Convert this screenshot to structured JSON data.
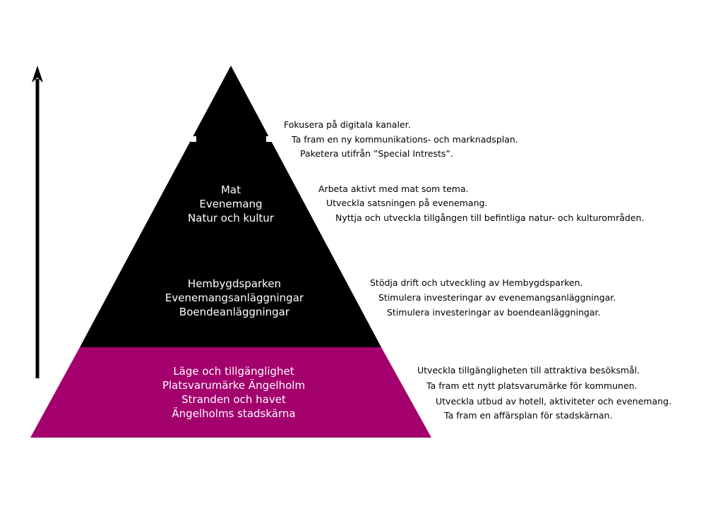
{
  "colors": {
    "dark_tier": "#000000",
    "base_tier": "#a3006e",
    "label_text": "#ffffff",
    "action_text": "#000000"
  },
  "arrow": {
    "direction": "up",
    "icon": "arrow-up-icon"
  },
  "tiers": [
    {
      "id": "top",
      "lines": [],
      "actions": [
        "Fokusera på digitala kanaler.",
        "Ta fram en ny kommunikations- och marknadsplan.",
        "Paketera utifrån ”Special Intrests”."
      ]
    },
    {
      "id": "mat",
      "lines": [
        "Mat",
        "Evenemang",
        "Natur och kultur"
      ],
      "actions": [
        "Arbeta aktivt med mat som tema.",
        "Utveckla satsningen på evenemang.",
        "Nyttja och utveckla tillgången till befintliga natur- och kulturområden."
      ]
    },
    {
      "id": "hembygd",
      "lines": [
        "Hembygdsparken",
        "Evenemangsanläggningar",
        "Boendeanläggningar"
      ],
      "actions": [
        "Stödja drift och utveckling av Hembygdsparken.",
        "Stimulera investeringar av evenemangsanläggningar.",
        "Stimulera investeringar av boendeanläggningar."
      ]
    },
    {
      "id": "base",
      "lines": [
        "Läge och tillgänglighet",
        "Platsvarumärke Ängelholm",
        "Stranden och havet",
        "Ängelholms stadskärna"
      ],
      "actions": [
        "Utveckla tillgängligheten till attraktiva besöksmål.",
        "Ta fram ett nytt platsvarumärke för kommunen.",
        "Utveckla utbud av hotell, aktiviteter och evenemang.",
        "Ta fram en affärsplan för stadskärnan."
      ]
    }
  ]
}
